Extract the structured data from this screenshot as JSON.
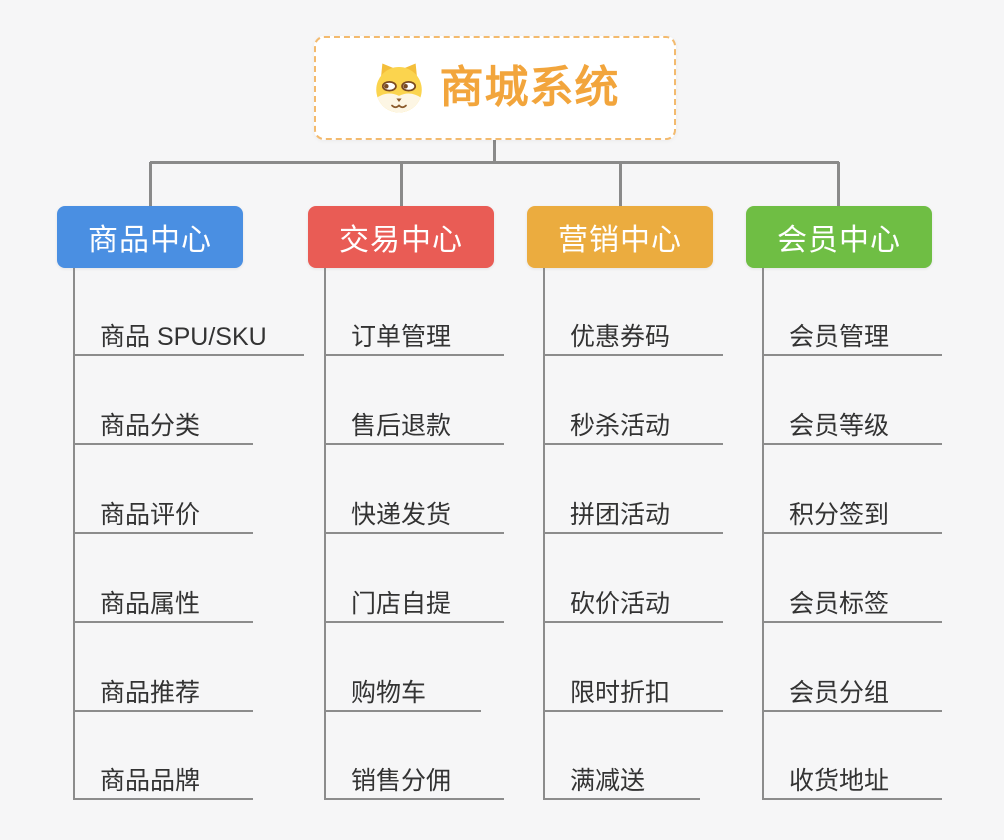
{
  "root": {
    "title": "商城系统",
    "icon": "shiba-dog-icon",
    "title_color": "#F2A53C",
    "border_color": "#F3BA6E"
  },
  "connector_color": "#8A8A8A",
  "background_color": "#F6F6F7",
  "branches": [
    {
      "id": "product-center",
      "label": "商品中心",
      "color": "#4A8FE2",
      "items": [
        "商品 SPU/SKU",
        "商品分类",
        "商品评价",
        "商品属性",
        "商品推荐",
        "商品品牌"
      ]
    },
    {
      "id": "trade-center",
      "label": "交易中心",
      "color": "#E95C55",
      "items": [
        "订单管理",
        "售后退款",
        "快递发货",
        "门店自提",
        "购物车",
        "销售分佣"
      ]
    },
    {
      "id": "marketing-center",
      "label": "营销中心",
      "color": "#EBAC3F",
      "items": [
        "优惠券码",
        "秒杀活动",
        "拼团活动",
        "砍价活动",
        "限时折扣",
        "满减送"
      ]
    },
    {
      "id": "member-center",
      "label": "会员中心",
      "color": "#6FBE44",
      "items": [
        "会员管理",
        "会员等级",
        "积分签到",
        "会员标签",
        "会员分组",
        "收货地址"
      ]
    }
  ]
}
